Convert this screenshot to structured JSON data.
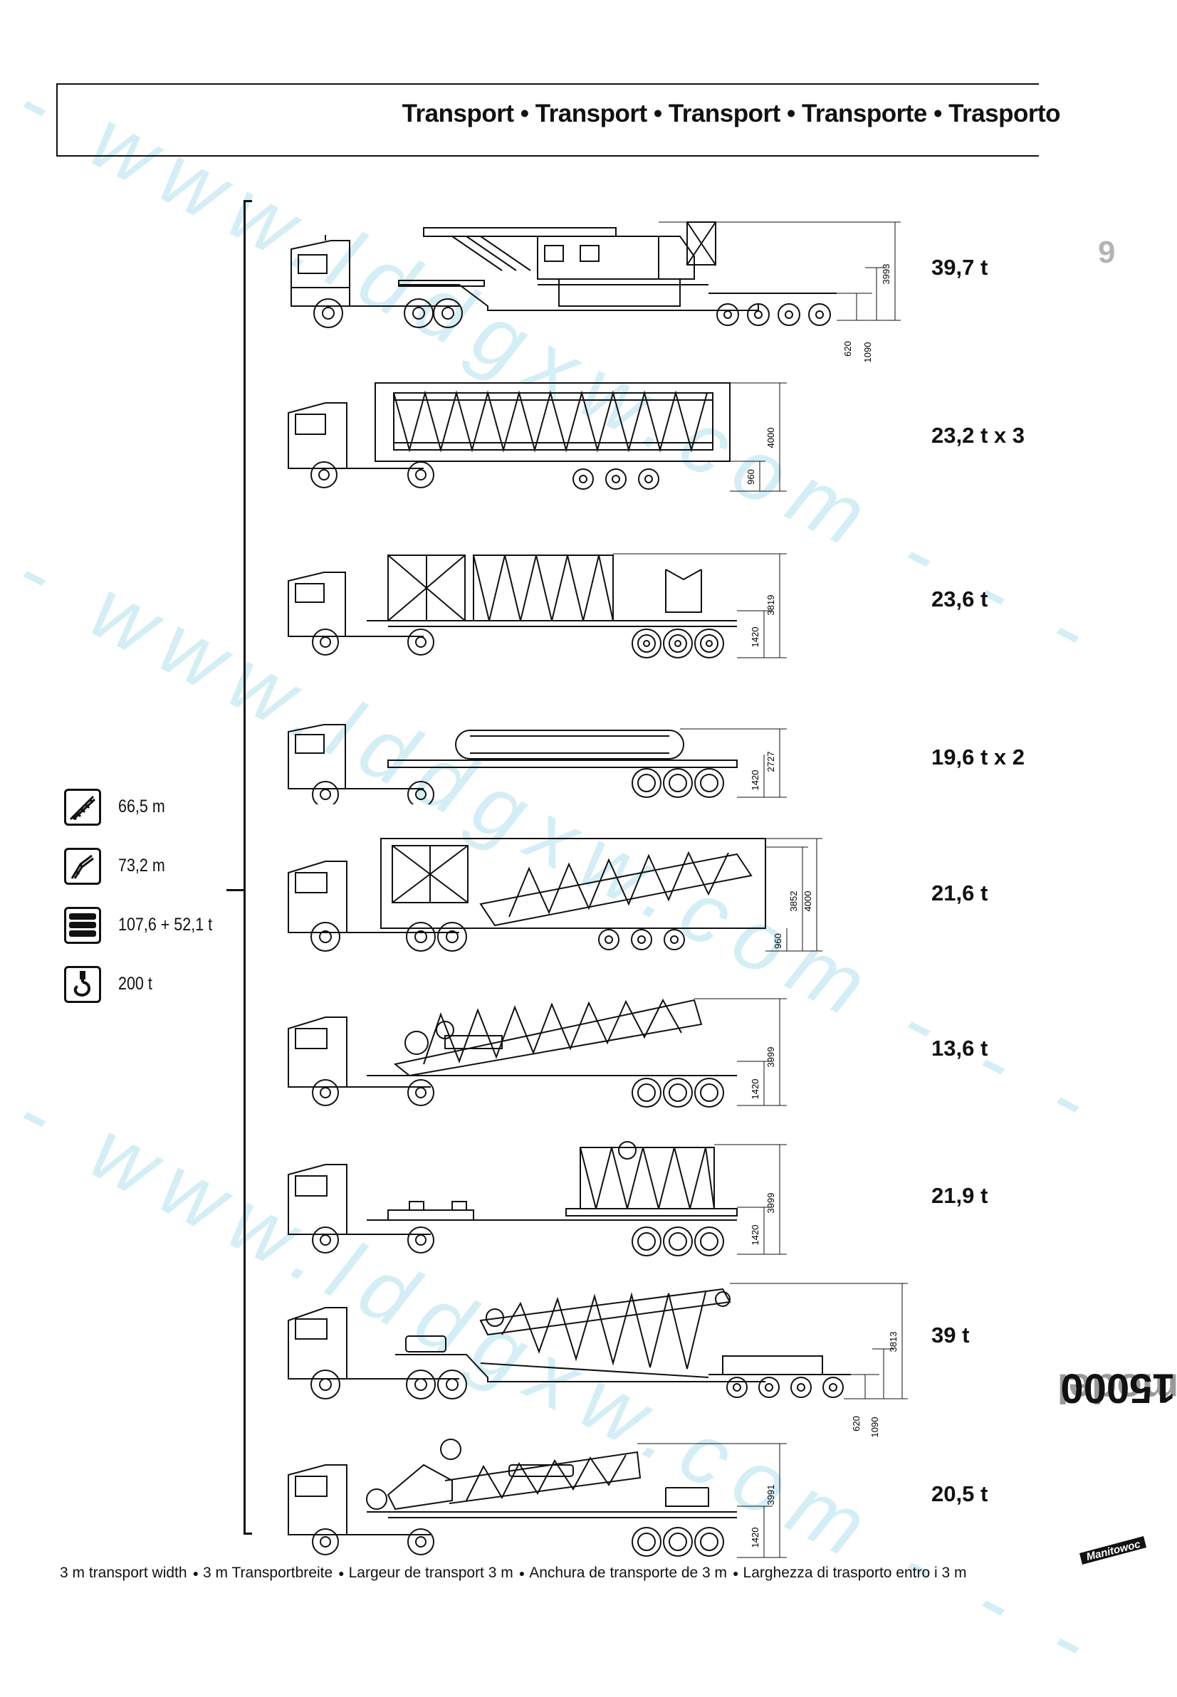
{
  "header": {
    "titles": [
      "Transport",
      "Transport",
      "Transport",
      "Transporte",
      "Trasporto"
    ]
  },
  "page_number": "9",
  "model": {
    "word": "model",
    "number": "15000"
  },
  "specs": [
    {
      "icon": "boom-length-icon",
      "value": "66,5 m"
    },
    {
      "icon": "jib-length-icon",
      "value": "73,2 m"
    },
    {
      "icon": "counterweight-icon",
      "value": "107,6 + 52,1 t"
    },
    {
      "icon": "hook-icon",
      "value": "200 t"
    }
  ],
  "loads": [
    {
      "weight": "39,7 t",
      "dims": [
        "3993",
        "620",
        "1090"
      ]
    },
    {
      "weight": "23,2 t x 3",
      "dims": [
        "4000",
        "960"
      ]
    },
    {
      "weight": "23,6 t",
      "dims": [
        "3819",
        "1420"
      ]
    },
    {
      "weight": "19,6 t x 2",
      "dims": [
        "2727",
        "1420"
      ]
    },
    {
      "weight": "21,6 t",
      "dims": [
        "3852",
        "4000",
        "960"
      ]
    },
    {
      "weight": "13,6 t",
      "dims": [
        "3999",
        "1420"
      ]
    },
    {
      "weight": "21,9 t",
      "dims": [
        "3999",
        "1420"
      ]
    },
    {
      "weight": "39 t",
      "dims": [
        "3813",
        "620",
        "1090"
      ]
    },
    {
      "weight": "20,5 t",
      "dims": [
        "3991",
        "1420"
      ]
    }
  ],
  "footer": {
    "items": [
      "3 m transport width",
      "3 m Transportbreite",
      "Largeur de transport 3 m",
      "Anchura de transporte de 3 m",
      "Larghezza di trasporto entro i 3 m"
    ]
  },
  "logo_text": "Manitowoc",
  "watermark": "- - www.lddgxw.com - - -"
}
